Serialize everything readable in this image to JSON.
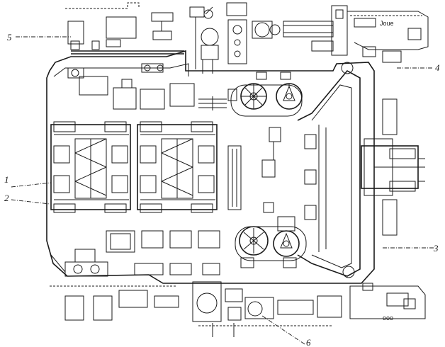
{
  "labels": {
    "l1": "1",
    "l2": "2",
    "l3": "3",
    "l4": "4",
    "l5": "5",
    "l6": "6"
  },
  "plates": {
    "top_right": "Joue",
    "bottom_right": "ooo"
  }
}
